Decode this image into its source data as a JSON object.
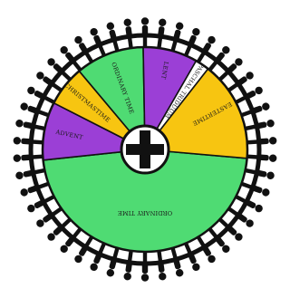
{
  "wheel": {
    "colors": {
      "ordinary_time": "#4fdb73",
      "advent": "#9b3fd6",
      "christmas": "#f7c511",
      "lent": "#9b3fd6",
      "paschal_triduum": "#ffffff",
      "easter": "#f7c511",
      "outline": "#111111",
      "figures": "#111111",
      "cross": "#111111"
    },
    "segments": [
      {
        "key": "ordinary_time_2",
        "label": "ORDINARY TIME",
        "color_key": "ordinary_time",
        "start": 95,
        "end": 264
      },
      {
        "key": "advent",
        "label": "ADVENT",
        "color_key": "advent",
        "start": 264,
        "end": 297
      },
      {
        "key": "christmas",
        "label": "CHRISTMASTIME",
        "color_key": "christmas",
        "start": 297,
        "end": 320
      },
      {
        "key": "ordinary_time_1",
        "label": "ORDINARY TIME",
        "color_key": "ordinary_time",
        "start": 320,
        "end": 359
      },
      {
        "key": "lent",
        "label": "LENT",
        "color_key": "lent",
        "start": 359,
        "end": 30
      },
      {
        "key": "paschal_triduum",
        "label": "PASCHAL TRIDUUM",
        "color_key": "paschal_triduum",
        "start": 30,
        "end": 38
      },
      {
        "key": "easter",
        "label": "EASTERTIME",
        "color_key": "easter",
        "start": 38,
        "end": 95
      }
    ]
  }
}
